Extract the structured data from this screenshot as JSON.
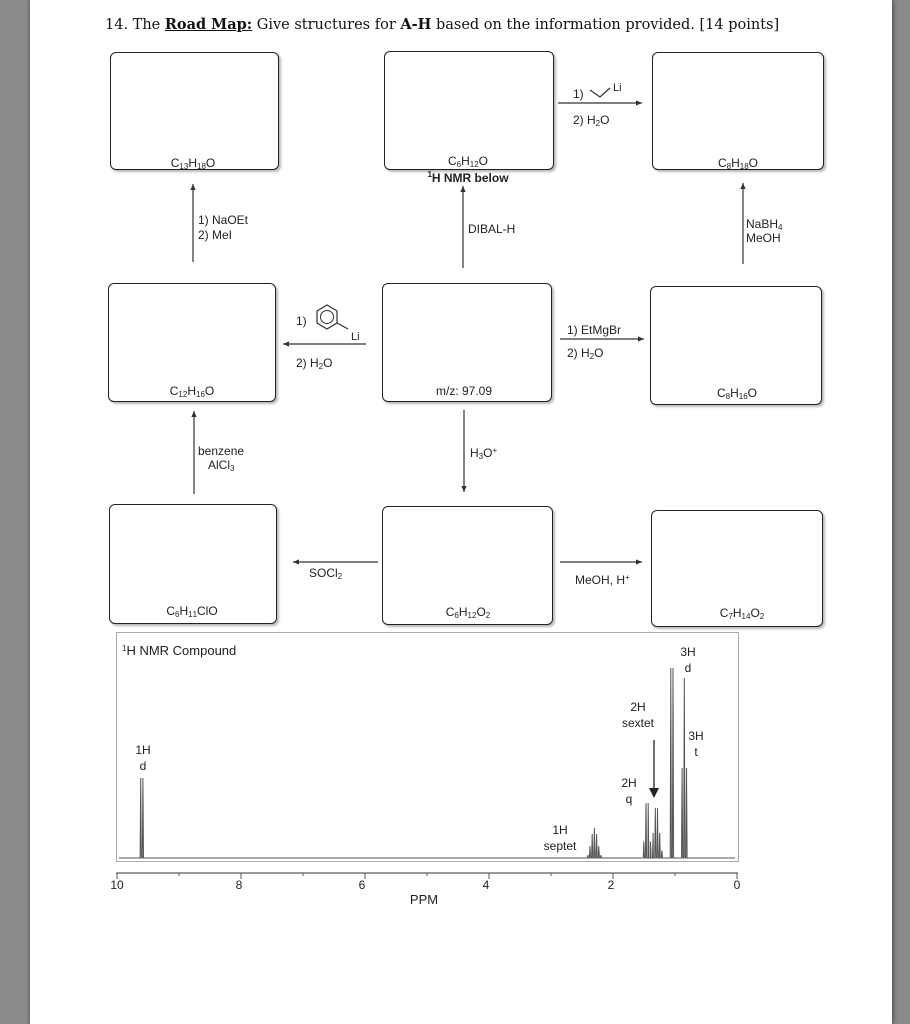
{
  "question": {
    "prefix": "14. The ",
    "roadmap": "Road Map:",
    "mid": " Give structures for ",
    "letters": "A-H",
    "suffix": " based on the information provided. [14 points]"
  },
  "boxes": {
    "r1c1": "C13H18O",
    "r1c2": "C6H12O",
    "r1c2_note": "1H NMR below",
    "r1c3": "C8H18O",
    "r2c1": "C12H16O",
    "r2c2": "m/z: 97.09",
    "r2c3": "C8H16O",
    "r3c1": "C6H11ClO",
    "r3c2": "C6H12O2",
    "r3c3": "C7H14O2"
  },
  "reagents": {
    "r1_right_step1": "1)",
    "r1_right_li": "Li",
    "r1_right_step2": "2) H2O",
    "naoet": "1) NaOEt",
    "mei": "2) MeI",
    "dibal": "DIBAL-H",
    "nabh4": "NaBH4",
    "meoh": "MeOH",
    "phli_step1": "1)",
    "phli_li": "Li",
    "phli_step2": "2) H2O",
    "etmgbr": "1) EtMgBr",
    "etmgbr_step2": "2) H2O",
    "benzene": "benzene",
    "alcl3": "AlCl3",
    "h3o": "H3O+",
    "socl2": "SOCl2",
    "meoh_h": "MeOH, H+"
  },
  "nmr": {
    "title": "1H NMR Compound",
    "xlabel": "PPM",
    "ticks": [
      "10",
      "8",
      "6",
      "4",
      "2",
      "0"
    ],
    "peaks": [
      {
        "ppm": 9.6,
        "integ": "1H",
        "mult": "d"
      },
      {
        "ppm": 2.3,
        "integ": "1H",
        "mult": "septet"
      },
      {
        "ppm": 1.45,
        "integ": "2H",
        "mult": "q"
      },
      {
        "ppm": 1.3,
        "integ": "2H",
        "mult": "sextet"
      },
      {
        "ppm": 1.05,
        "integ": "3H",
        "mult": "d"
      },
      {
        "ppm": 0.85,
        "integ": "3H",
        "mult": "t"
      }
    ]
  }
}
